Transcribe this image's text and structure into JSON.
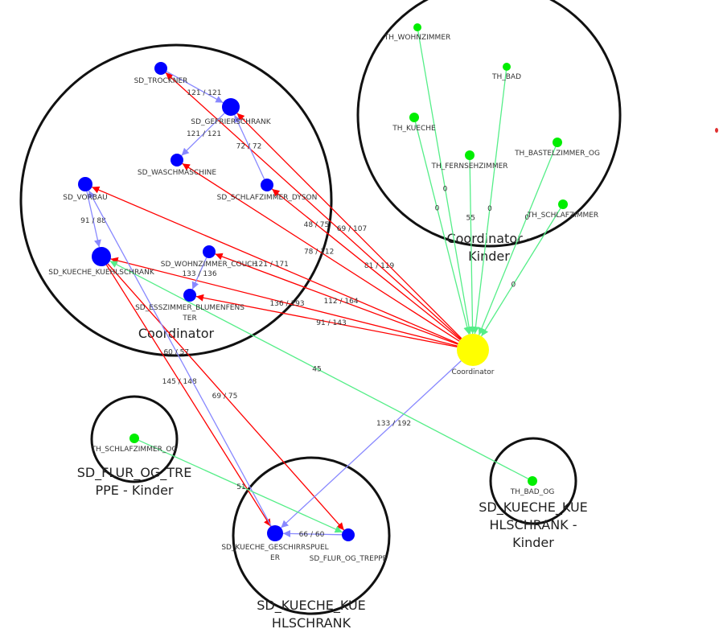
{
  "colors": {
    "router": "#0000ff",
    "enddevice": "#00ee00",
    "coordinator": "#ffff00",
    "link_parent": "#ff0000",
    "link_sibling": "#8888ff",
    "link_child": "#55ee88",
    "group": "#111111"
  },
  "groups": [
    {
      "id": "g_coord",
      "lines": [
        "Coordinator"
      ]
    },
    {
      "id": "g_coord_kinder",
      "lines": [
        "Coordinator -",
        "Kinder"
      ]
    },
    {
      "id": "g_flur_kinder",
      "lines": [
        "SD_FLUR_OG_TRE",
        "PPE - Kinder"
      ]
    },
    {
      "id": "g_kuehl_kinder",
      "lines": [
        "SD_KUECHE_KUE",
        "HLSCHRANK -",
        "Kinder"
      ]
    },
    {
      "id": "g_kuehl",
      "lines": [
        "SD_KUECHE_KUE",
        "HLSCHRANK"
      ]
    }
  ],
  "nodes": [
    {
      "id": "trockner",
      "type": "router",
      "lines": [
        "SD_TROCKNER"
      ]
    },
    {
      "id": "gefrier",
      "type": "router",
      "lines": [
        "SD_GEFRIERSCHRANK"
      ]
    },
    {
      "id": "wasch",
      "type": "router",
      "lines": [
        "SD_WASCHMASCHINE"
      ]
    },
    {
      "id": "dyson",
      "type": "router",
      "lines": [
        "SD_SCHLAFZIMMER_DYSON"
      ]
    },
    {
      "id": "vorbau",
      "type": "router",
      "lines": [
        "SD_VORBAU"
      ]
    },
    {
      "id": "kuehl",
      "type": "router",
      "lines": [
        "SD_KUECHE_KUEHLSCHRANK"
      ]
    },
    {
      "id": "couch",
      "type": "router",
      "lines": [
        "SD_WOHNZIMMER_COUCH"
      ]
    },
    {
      "id": "ess",
      "type": "router",
      "lines": [
        "SD_ESSZIMMER_BLUMENFENS",
        "TER"
      ]
    },
    {
      "id": "coord",
      "type": "coordinator",
      "lines": [
        "Coordinator"
      ]
    },
    {
      "id": "th_wohn",
      "type": "enddevice",
      "lines": [
        "TH_WOHNZIMMER"
      ]
    },
    {
      "id": "th_bad",
      "type": "enddevice",
      "lines": [
        "TH_BAD"
      ]
    },
    {
      "id": "th_kueche",
      "type": "enddevice",
      "lines": [
        "TH_KUECHE"
      ]
    },
    {
      "id": "th_fern",
      "type": "enddevice",
      "lines": [
        "TH_FERNSEHZIMMER"
      ]
    },
    {
      "id": "th_bastel",
      "type": "enddevice",
      "lines": [
        "TH_BASTELZIMMER_OG"
      ]
    },
    {
      "id": "th_schlaf",
      "type": "enddevice",
      "lines": [
        "TH_SCHLAFZIMMER"
      ]
    },
    {
      "id": "th_schlaf_og",
      "type": "enddevice",
      "lines": [
        "TH_SCHLAFZIMMER_OG"
      ]
    },
    {
      "id": "th_bad_og",
      "type": "enddevice",
      "lines": [
        "TH_BAD_OG"
      ]
    },
    {
      "id": "geschirr",
      "type": "router",
      "lines": [
        "SD_KUECHE_GESCHIRRSPUEL",
        "ER"
      ]
    },
    {
      "id": "treppe",
      "type": "router",
      "lines": [
        "SD_FLUR_OG_TREPPE"
      ]
    }
  ],
  "edges": [
    {
      "from": "coord",
      "to": "trockner",
      "kind": "link_parent",
      "label": "81 / 119"
    },
    {
      "from": "coord",
      "to": "gefrier",
      "kind": "link_parent",
      "label": "69 / 107"
    },
    {
      "from": "coord",
      "to": "wasch",
      "kind": "link_parent",
      "label": "78 / 112"
    },
    {
      "from": "coord",
      "to": "dyson",
      "kind": "link_parent",
      "label": "48 / 75"
    },
    {
      "from": "coord",
      "to": "vorbau",
      "kind": "link_parent",
      "label": "121 / 171"
    },
    {
      "from": "coord",
      "to": "kuehl",
      "kind": "link_parent",
      "label": "136 / 193"
    },
    {
      "from": "coord",
      "to": "couch",
      "kind": "link_parent",
      "label": "112 / 164"
    },
    {
      "from": "coord",
      "to": "ess",
      "kind": "link_parent",
      "label": "91 / 143"
    },
    {
      "from": "kuehl",
      "to": "geschirr",
      "kind": "link_parent",
      "label": "145 / 148"
    },
    {
      "from": "kuehl",
      "to": "treppe",
      "kind": "link_parent",
      "label": "69 / 75"
    },
    {
      "from": "trockner",
      "to": "gefrier",
      "kind": "link_sibling",
      "label": "121 / 121"
    },
    {
      "from": "gefrier",
      "to": "wasch",
      "kind": "link_sibling",
      "label": "121 / 121"
    },
    {
      "from": "dyson",
      "to": "gefrier",
      "kind": "link_sibling",
      "label": "72 / 72"
    },
    {
      "from": "vorbau",
      "to": "kuehl",
      "kind": "link_sibling",
      "label": "91 / 88"
    },
    {
      "from": "couch",
      "to": "ess",
      "kind": "link_sibling",
      "label": "133 / 136"
    },
    {
      "from": "geschirr",
      "to": "vorbau",
      "kind": "link_sibling",
      "label": "60 / 57"
    },
    {
      "from": "coord",
      "to": "geschirr",
      "kind": "link_sibling",
      "label": "133 / 192"
    },
    {
      "from": "treppe",
      "to": "geschirr",
      "kind": "link_sibling",
      "label": "66 / 60"
    },
    {
      "from": "th_wohn",
      "to": "coord",
      "kind": "link_child",
      "label": "0"
    },
    {
      "from": "th_bad",
      "to": "coord",
      "kind": "link_child",
      "label": "0"
    },
    {
      "from": "th_kueche",
      "to": "coord",
      "kind": "link_child",
      "label": "0"
    },
    {
      "from": "th_fern",
      "to": "coord",
      "kind": "link_child",
      "label": "55"
    },
    {
      "from": "th_bastel",
      "to": "coord",
      "kind": "link_child",
      "label": "0"
    },
    {
      "from": "th_schlaf",
      "to": "coord",
      "kind": "link_child",
      "label": "0"
    },
    {
      "from": "th_bad_og",
      "to": "kuehl",
      "kind": "link_child",
      "label": "45"
    },
    {
      "from": "th_schlaf_og",
      "to": "treppe",
      "kind": "link_child",
      "label": "51"
    }
  ]
}
